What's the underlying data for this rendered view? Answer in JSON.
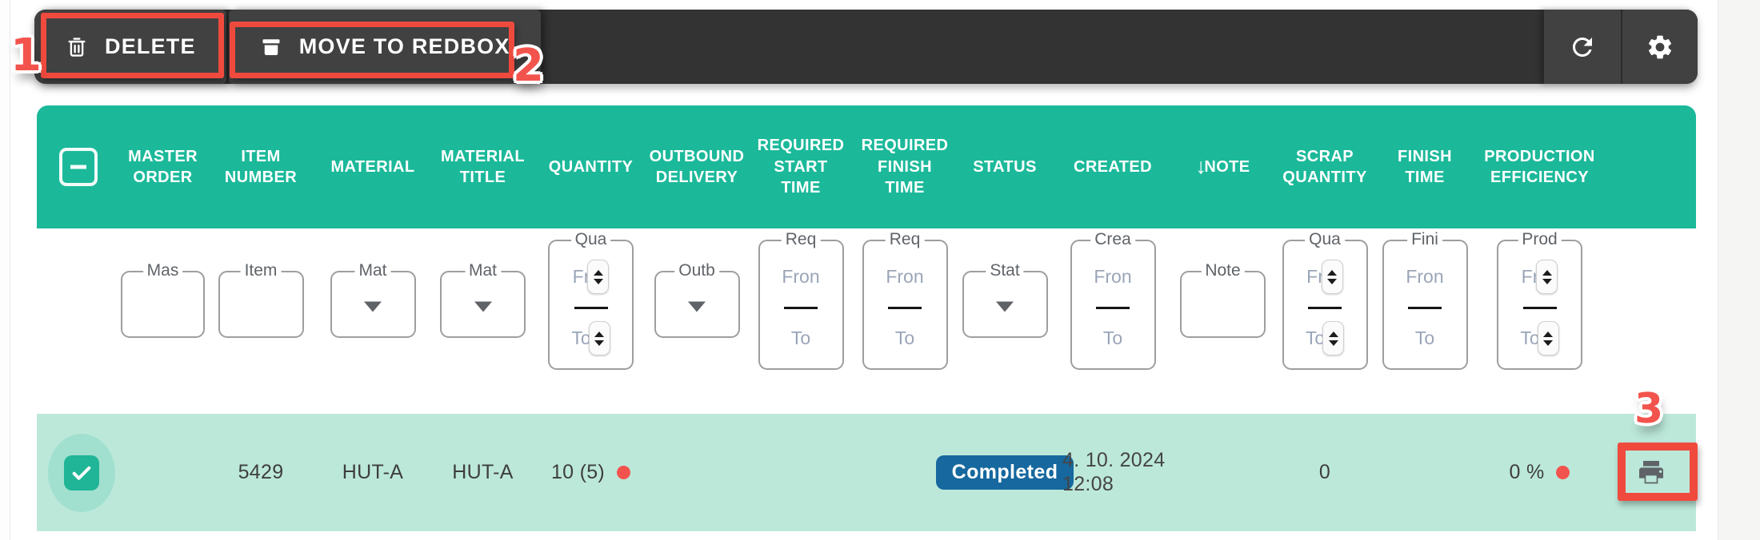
{
  "toolbar": {
    "buttons": [
      {
        "label": "DELETE",
        "icon": "trash-icon"
      },
      {
        "label": "MOVE TO REDBOX",
        "icon": "redbox-icon"
      }
    ],
    "icon_buttons": [
      {
        "icon": "refresh-icon"
      },
      {
        "icon": "gear-icon"
      }
    ]
  },
  "annotations": {
    "step1": "1",
    "step2": "2",
    "step3": "3"
  },
  "table": {
    "select_all_state": "indeterminate",
    "columns": [
      {
        "id": "master_order",
        "label": "MASTER ORDER",
        "filter": {
          "type": "text",
          "label": "Mas"
        }
      },
      {
        "id": "item_number",
        "label": "ITEM NUMBER",
        "filter": {
          "type": "text",
          "label": "Item"
        }
      },
      {
        "id": "material",
        "label": "MATERIAL",
        "filter": {
          "type": "select",
          "label": "Mat"
        }
      },
      {
        "id": "material_title",
        "label": "MATERIAL TITLE",
        "filter": {
          "type": "select",
          "label": "Mat"
        }
      },
      {
        "id": "quantity",
        "label": "QUANTITY",
        "filter": {
          "type": "number_range",
          "label": "Qua",
          "from": "Fr",
          "to": "To"
        }
      },
      {
        "id": "outbound_delivery",
        "label": "OUTBOUND DELIVERY",
        "filter": {
          "type": "select",
          "label": "Outb"
        }
      },
      {
        "id": "required_start_time",
        "label": "REQUIRED START TIME",
        "filter": {
          "type": "date_range",
          "label": "Req",
          "from": "Fron",
          "to": "To"
        }
      },
      {
        "id": "required_finish_time",
        "label": "REQUIRED FINISH TIME",
        "filter": {
          "type": "date_range",
          "label": "Req",
          "from": "Fron",
          "to": "To"
        }
      },
      {
        "id": "status",
        "label": "STATUS",
        "filter": {
          "type": "select",
          "label": "Stat"
        }
      },
      {
        "id": "created",
        "label": "CREATED",
        "filter": {
          "type": "date_range",
          "label": "Crea",
          "from": "Fron",
          "to": "To"
        }
      },
      {
        "id": "note",
        "label": "NOTE",
        "sort": "descending",
        "sort_icon": "arrow-down",
        "filter": {
          "type": "text",
          "label": "Note"
        }
      },
      {
        "id": "scrap_quantity",
        "label": "SCRAP QUANTITY",
        "filter": {
          "type": "number_range",
          "label": "Qua",
          "from": "Fr",
          "to": "To"
        }
      },
      {
        "id": "finish_time",
        "label": "FINISH TIME",
        "filter": {
          "type": "date_range",
          "label": "Fini",
          "from": "Fron",
          "to": "To"
        }
      },
      {
        "id": "production_efficiency",
        "label": "PRODUCTION EFFICIENCY",
        "filter": {
          "type": "number_range",
          "label": "Prod",
          "from": "Fr",
          "to": "To"
        }
      }
    ],
    "row": {
      "selected": true,
      "master_order": "",
      "item_number": "5429",
      "material": "HUT-A",
      "material_title": "HUT-A",
      "quantity": "10 (5)",
      "quantity_alert_dot": true,
      "outbound_delivery": "",
      "required_start_time": "",
      "required_finish_time": "",
      "status": "Completed",
      "created_date": "4. 10. 2024",
      "created_time": "12:08",
      "note": "",
      "scrap_quantity": "0",
      "finish_time": "",
      "production_efficiency": "0 %",
      "production_alert_dot": true
    }
  },
  "colors": {
    "header_teal": "#1bb99a",
    "selected_row_bg": "#bce8da",
    "status_badge_blue": "#16689e",
    "alert_dot_red": "#f2544d",
    "annotation_red": "#f04a3e",
    "toolbar_bg": "#333333",
    "toolbar_button_bg": "#414141"
  }
}
